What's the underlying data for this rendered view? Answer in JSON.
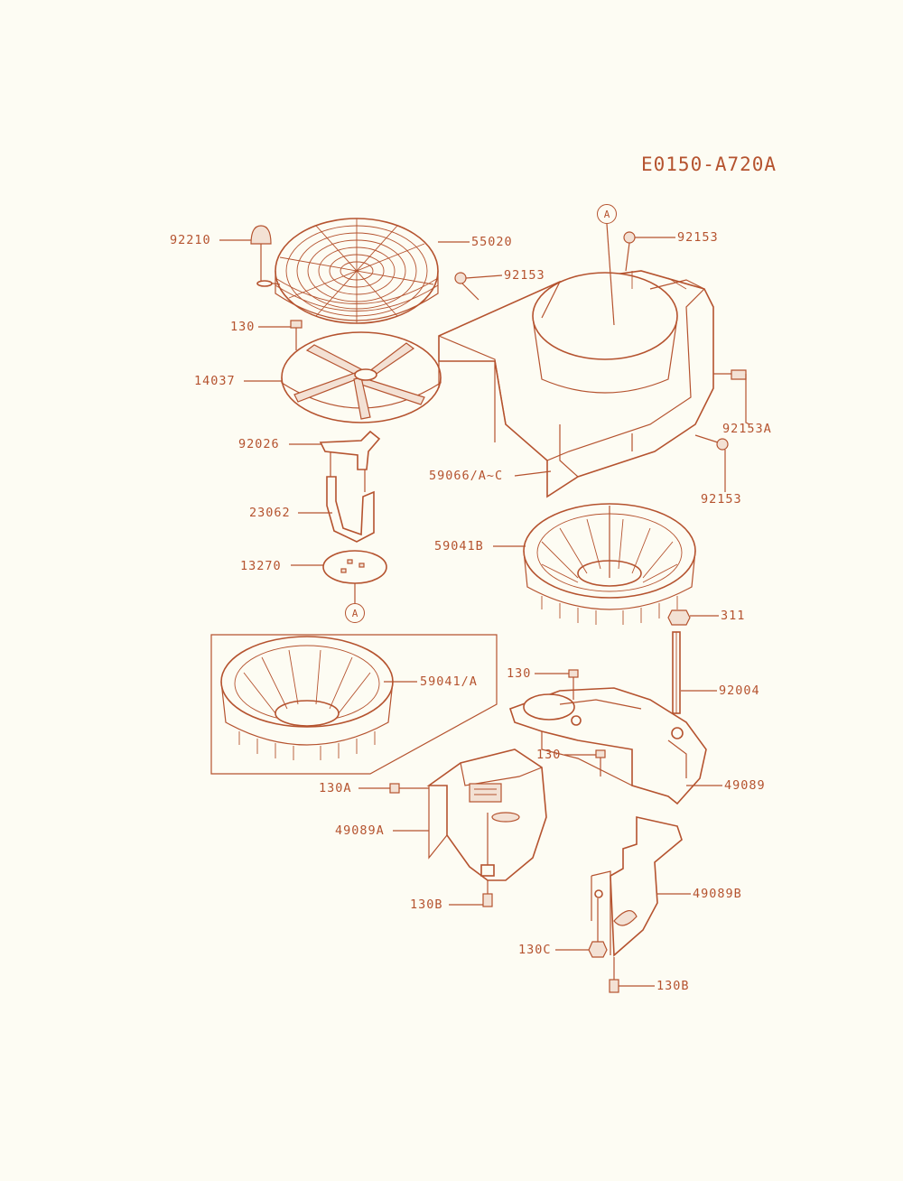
{
  "diagram_code": "E0150-A720A",
  "callouts": {
    "ref_a_top": "A",
    "ref_a_bottom": "A"
  },
  "parts": {
    "p92210": "92210",
    "p55020": "55020",
    "p92153_top": "92153",
    "p92153_mid": "92153",
    "p130_screen": "130",
    "p14037": "14037",
    "p92153A": "92153A",
    "p92026": "92026",
    "p59066": "59066/A~C",
    "p92153_right": "92153",
    "p23062": "23062",
    "p59041B": "59041B",
    "p13270": "13270",
    "p311": "311",
    "p59041A": "59041/A",
    "p130_plate": "130",
    "p92004": "92004",
    "p130_lower": "130",
    "p130A": "130A",
    "p49089": "49089",
    "p49089A": "49089A",
    "p130B_left": "130B",
    "p49089B": "49089B",
    "p130C": "130C",
    "p130B_right": "130B"
  },
  "colors": {
    "ink": "#b5532f",
    "paper": "#fdfcf3",
    "fill": "#f3e1d4"
  }
}
